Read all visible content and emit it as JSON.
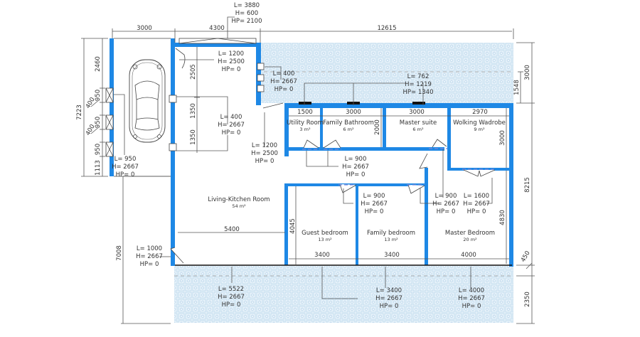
{
  "title": "House floor plan",
  "colors": {
    "wall": "#1e88e5",
    "hatch_bg": "#eaf4fb",
    "hatch_line": "#b9d5ea",
    "line": "#555555"
  },
  "dimensions": {
    "top_garage_width": "3000",
    "top_living_width": "4300",
    "top_right_width": "12615",
    "left_total_height": "7223",
    "left_seg_top": "2460",
    "left_win1": "950",
    "left_win2": "950",
    "left_win3": "950",
    "left_gap1": "400",
    "left_gap2": "400",
    "left_seg_bottom": "1113",
    "living_seg_top": "2505",
    "living_seg_mid1": "1350",
    "living_seg_mid2": "1350",
    "left_bottom_height": "7008",
    "living_width": "5400",
    "guest_height": "4045",
    "right_terrace_top": "3000",
    "right_terrace_dash": "1548",
    "right_house_height": "8215",
    "right_sill": "450",
    "right_terrace_bottom": "2350",
    "utility_width": "1500",
    "bath_width": "3000",
    "suite_width": "3000",
    "wardrobe_width": "2970",
    "bath_height": "2000",
    "wardrobe_height": "3000",
    "master_height": "4830",
    "guest_width": "3400",
    "family_width": "3400",
    "master_width": "4000"
  },
  "rooms": [
    {
      "name": "Utility Room",
      "area": "3 m²"
    },
    {
      "name": "Family Bathroom",
      "area": "6 m²"
    },
    {
      "name": "Master suite",
      "area": "6 m²"
    },
    {
      "name": "Wolking Wadrobe",
      "area": "9 m²"
    },
    {
      "name": "Living-Kitchen Room",
      "area": "54 m²"
    },
    {
      "name": "Guest bedroom",
      "area": "13 m²"
    },
    {
      "name": "Family bedroom",
      "area": "13 m²"
    },
    {
      "name": "Master Bedroom",
      "area": "20 m²"
    }
  ],
  "openings": [
    {
      "id": "garage-door",
      "L": "L= 3880",
      "H": "H= 600",
      "HP": "HP= 2100"
    },
    {
      "id": "entry-door",
      "L": "L= 1200",
      "H": "H= 2500",
      "HP": "HP= 0"
    },
    {
      "id": "hall-windows",
      "L": "L= 400",
      "H": "H= 2667",
      "HP": "HP= 0"
    },
    {
      "id": "top-windows",
      "L": "L= 762",
      "H": "H= 1219",
      "HP": "HP= 1340"
    },
    {
      "id": "living-side-windows",
      "L": "L= 400",
      "H": "H= 2667",
      "HP": "HP= 0"
    },
    {
      "id": "terrace-door",
      "L": "L= 1200",
      "H": "H= 2500",
      "HP": "HP= 0"
    },
    {
      "id": "garage-windows",
      "L": "L= 950",
      "H": "H= 2667",
      "HP": "HP= 0"
    },
    {
      "id": "bath-doors",
      "L": "L= 900",
      "H": "H= 2667",
      "HP": "HP= 0"
    },
    {
      "id": "family-bed-door",
      "L": "L= 900",
      "H": "H= 2667",
      "HP": "HP= 0"
    },
    {
      "id": "master-suite-door",
      "L": "L= 900",
      "H": "H= 2667",
      "HP": "HP= 0"
    },
    {
      "id": "wardrobe-door",
      "L": "L= 1600",
      "H": "H= 2667",
      "HP": "HP= 0"
    },
    {
      "id": "living-side-door",
      "L": "L= 1000",
      "H": "H= 2667",
      "HP": "HP= 0"
    },
    {
      "id": "living-sliding",
      "L": "L= 5522",
      "H": "H= 2667",
      "HP": "HP= 0"
    },
    {
      "id": "family-sliding",
      "L": "L= 3400",
      "H": "H= 2667",
      "HP": "HP= 0"
    },
    {
      "id": "master-sliding",
      "L": "L= 4000",
      "H": "H= 2667",
      "HP": "HP= 0"
    }
  ]
}
